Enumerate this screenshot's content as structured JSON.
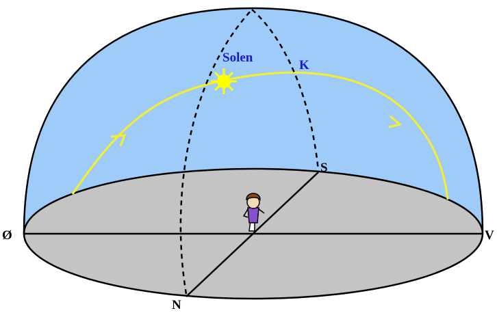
{
  "labels": {
    "sun": "Solen",
    "meridian": "K",
    "east": "Ø",
    "west": "V",
    "south": "S",
    "north": "N"
  },
  "colors": {
    "sky": "#9ecbf7",
    "ground": "#c4c4c4",
    "sun_path": "#f7ef2a",
    "sun": "#ffff00",
    "label_blue": "#1a1acc",
    "outline": "#000000",
    "figure_shirt": "#8a4fd0",
    "figure_hair": "#8b4a1e",
    "figure_face": "#f3d9b1"
  },
  "icons": {
    "sun": "sun-icon",
    "observer": "person-icon",
    "direction_marker": "arrow-icon"
  }
}
